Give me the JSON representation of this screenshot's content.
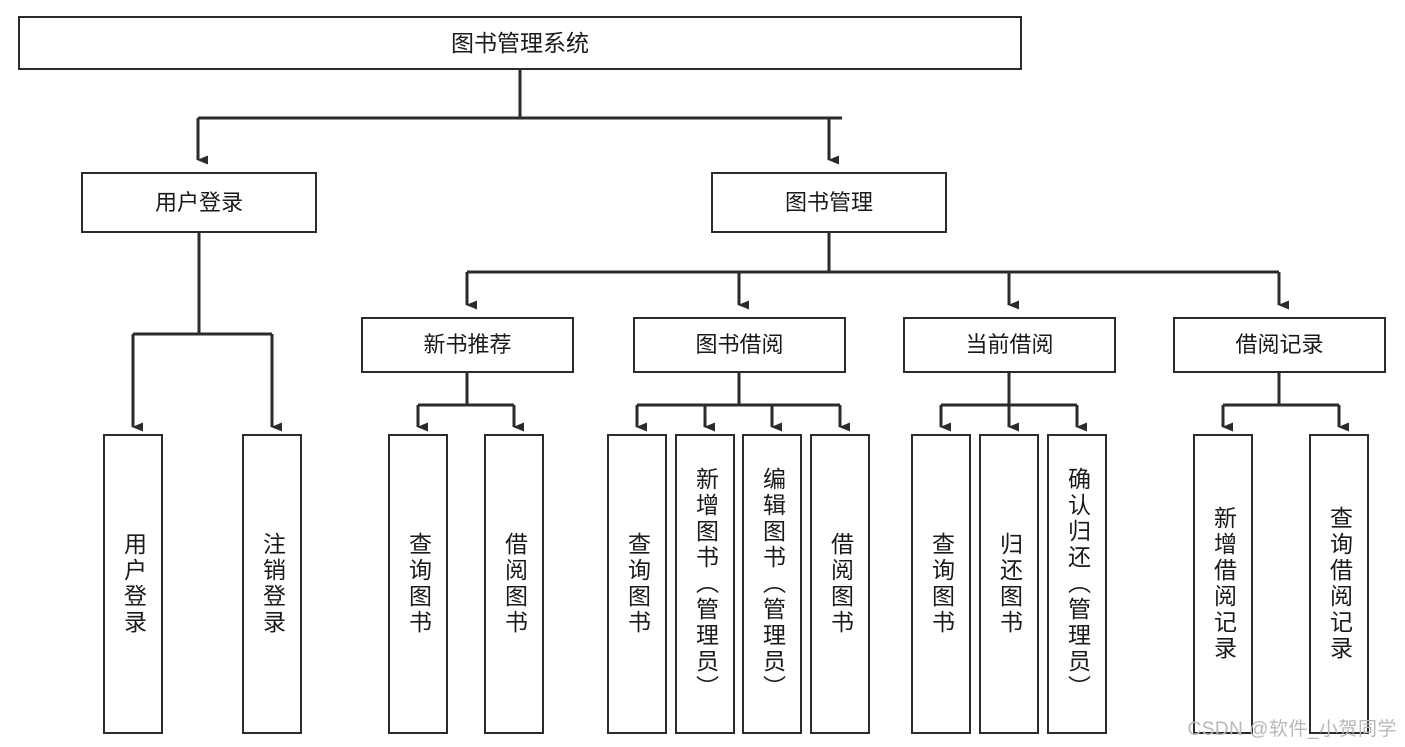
{
  "diagram": {
    "title": "图书管理系统",
    "type": "tree-hierarchy",
    "watermark": "CSDN @软件_小贺同学",
    "colors": {
      "stroke": "#2b2b2b",
      "fill": "#ffffff",
      "text": "#1a1a1a",
      "watermark": "#b8b8b8"
    },
    "nodes": {
      "root": {
        "label": "图书管理系统",
        "level": 1,
        "orientation": "horizontal"
      },
      "level2": [
        {
          "id": "user-login",
          "label": "用户登录",
          "orientation": "horizontal"
        },
        {
          "id": "book-management",
          "label": "图书管理",
          "orientation": "horizontal"
        }
      ],
      "level3": [
        {
          "id": "new-book-recommend",
          "label": "新书推荐",
          "orientation": "horizontal"
        },
        {
          "id": "book-borrow",
          "label": "图书借阅",
          "orientation": "horizontal"
        },
        {
          "id": "current-borrow",
          "label": "当前借阅",
          "orientation": "horizontal"
        },
        {
          "id": "borrow-record",
          "label": "借阅记录",
          "orientation": "horizontal"
        }
      ],
      "leaves": {
        "user-login": [
          {
            "id": "leaf-user-login",
            "label": "用户登录",
            "orientation": "vertical"
          },
          {
            "id": "leaf-logout",
            "label": "注销登录",
            "orientation": "vertical"
          }
        ],
        "new-book-recommend": [
          {
            "id": "leaf-query-book-1",
            "label": "查询图书",
            "orientation": "vertical"
          },
          {
            "id": "leaf-borrow-book-1",
            "label": "借阅图书",
            "orientation": "vertical"
          }
        ],
        "book-borrow": [
          {
            "id": "leaf-query-book-2",
            "label": "查询图书",
            "orientation": "vertical"
          },
          {
            "id": "leaf-add-book",
            "label": "新增图书（管理员）",
            "orientation": "vertical"
          },
          {
            "id": "leaf-edit-book",
            "label": "编辑图书（管理员）",
            "orientation": "vertical"
          },
          {
            "id": "leaf-borrow-book-2",
            "label": "借阅图书",
            "orientation": "vertical"
          }
        ],
        "current-borrow": [
          {
            "id": "leaf-query-book-3",
            "label": "查询图书",
            "orientation": "vertical"
          },
          {
            "id": "leaf-return-book",
            "label": "归还图书",
            "orientation": "vertical"
          },
          {
            "id": "leaf-confirm-return",
            "label": "确认归还（管理员）",
            "orientation": "vertical"
          }
        ],
        "borrow-record": [
          {
            "id": "leaf-add-record",
            "label": "新增借阅记录",
            "orientation": "vertical"
          },
          {
            "id": "leaf-query-record",
            "label": "查询借阅记录",
            "orientation": "vertical"
          }
        ]
      }
    }
  }
}
